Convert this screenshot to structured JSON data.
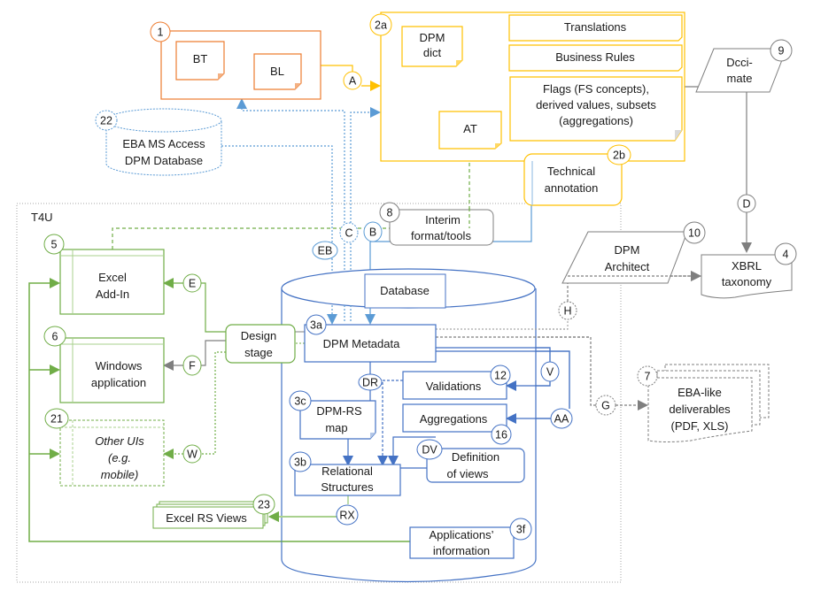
{
  "colors": {
    "orange": "#ed7d31",
    "yellow": "#ffc000",
    "blue": "#4472c4",
    "lightblue": "#5b9bd5",
    "green": "#70ad47",
    "gray": "#7f7f7f",
    "dotted": "#a6a6a6"
  },
  "group_t4u": {
    "label": "T4U"
  },
  "node1": {
    "badge": "1",
    "bt": "BT",
    "bl": "BL"
  },
  "node2a": {
    "badge": "2a",
    "dpm_dict": [
      "DPM",
      "dict"
    ],
    "at": "AT",
    "translations": "Translations",
    "business_rules": "Business Rules",
    "flags": [
      "Flags (FS concepts),",
      "derived values, subsets",
      "(aggregations)"
    ]
  },
  "node2b": {
    "badge": "2b",
    "label": [
      "Technical",
      "annotation"
    ]
  },
  "node22": {
    "badge": "22",
    "label": [
      "EBA MS Access",
      "DPM Database"
    ]
  },
  "node9": {
    "badge": "9",
    "label": [
      "Dcci-",
      "mate"
    ]
  },
  "node10": {
    "badge": "10",
    "label": [
      "DPM",
      "Architect"
    ]
  },
  "node4": {
    "badge": "4",
    "label": [
      "XBRL",
      "taxonomy"
    ]
  },
  "node7": {
    "badge": "7",
    "label": [
      "EBA-like",
      "deliverables",
      "(PDF, XLS)"
    ]
  },
  "node8": {
    "badge": "8",
    "label": [
      "Interim",
      "format/tools"
    ]
  },
  "node5": {
    "badge": "5",
    "label": [
      "Excel",
      "Add-In"
    ]
  },
  "node6": {
    "badge": "6",
    "label": [
      "Windows",
      "application"
    ]
  },
  "node21": {
    "badge": "21",
    "label": [
      "Other UIs",
      "(e.g.",
      "mobile)"
    ]
  },
  "node23": {
    "badge": "23",
    "label": "Excel RS Views"
  },
  "design_stage": {
    "label": [
      "Design",
      "stage"
    ]
  },
  "database": {
    "title": "Database",
    "metadata": {
      "badge": "3a",
      "label": "DPM Metadata"
    },
    "rs_map": {
      "badge": "3c",
      "label": [
        "DPM-RS",
        "map"
      ]
    },
    "relational": {
      "badge": "3b",
      "label": [
        "Relational",
        "Structures"
      ]
    },
    "validations": {
      "badge": "12",
      "label": "Validations"
    },
    "aggregations": {
      "badge": "16",
      "label": "Aggregations"
    },
    "views": {
      "badge": "DV",
      "label": [
        "Definition",
        "of views"
      ]
    },
    "apps_info": {
      "badge": "3f",
      "label": [
        "Applications’",
        "information"
      ]
    }
  },
  "connectors": {
    "A": "A",
    "B": "B",
    "C": "C",
    "D": "D",
    "E": "E",
    "F": "F",
    "G": "G",
    "H": "H",
    "W": "W",
    "V": "V",
    "AA": "AA",
    "EB": "EB",
    "DR": "DR",
    "RX": "RX"
  }
}
